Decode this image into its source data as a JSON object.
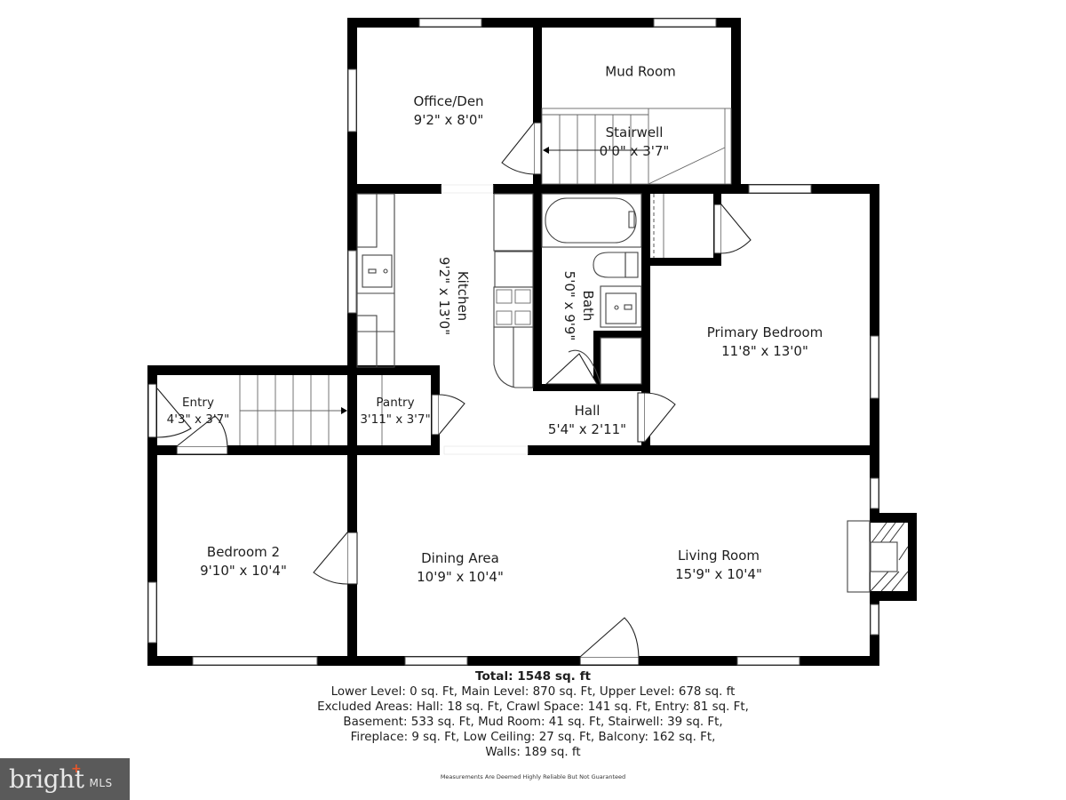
{
  "rooms": {
    "office": {
      "name": "Office/Den",
      "dims": "9'2\" x 8'0\""
    },
    "mud_room": {
      "name": "Mud Room"
    },
    "stairwell": {
      "name": "Stairwell",
      "dims": "0'0\" x 3'7\""
    },
    "kitchen": {
      "name": "Kitchen",
      "dims": "9'2\" x 13'0\""
    },
    "bath": {
      "name": "Bath",
      "dims": "5'0\" x 9'9\""
    },
    "primary_bedroom": {
      "name": "Primary Bedroom",
      "dims": "11'8\" x 13'0\""
    },
    "entry": {
      "name": "Entry",
      "dims": "4'3\" x 3'7\""
    },
    "pantry": {
      "name": "Pantry",
      "dims": "3'11\" x 3'7\""
    },
    "hall": {
      "name": "Hall",
      "dims": "5'4\" x 2'11\""
    },
    "bedroom2": {
      "name": "Bedroom 2",
      "dims": "9'10\" x 10'4\""
    },
    "dining": {
      "name": "Dining Area",
      "dims": "10'9\" x 10'4\""
    },
    "living": {
      "name": "Living Room",
      "dims": "15'9\" x 10'4\""
    }
  },
  "summary": {
    "total": "Total: 1548 sq. ft",
    "line1": "Lower Level: 0 sq. Ft, Main Level: 870 sq. Ft, Upper Level: 678 sq. ft",
    "line2": "Excluded Areas: Hall: 18 sq. Ft, Crawl Space: 141 sq. Ft, Entry: 81 sq. Ft,",
    "line3": "Basement: 533 sq. Ft, Mud Room: 41 sq. Ft, Stairwell: 39 sq. Ft,",
    "line4": "Fireplace: 9 sq. Ft, Low Ceiling: 27 sq. Ft, Balcony: 162 sq. Ft,",
    "line5": "Walls: 189 sq. ft"
  },
  "disclaimer": "Measurements Are Deemed Highly Reliable But Not Guaranteed",
  "logo": {
    "word": "bright",
    "suffix": "MLS",
    "accent_color": "#e8562a",
    "bg_color": "#5a5a5a"
  },
  "colors": {
    "wall": "#000000",
    "background": "#ffffff"
  }
}
